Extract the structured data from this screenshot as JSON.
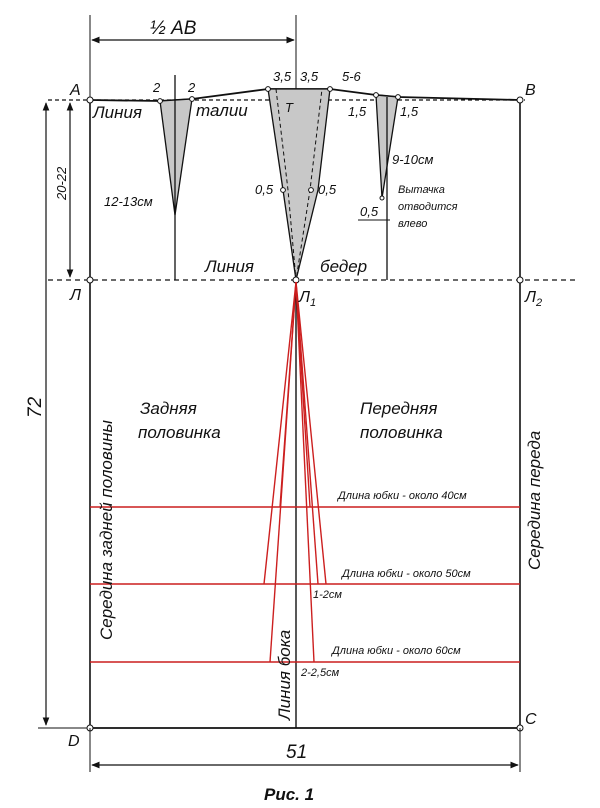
{
  "points": {
    "A": "A",
    "B": "B",
    "C": "C",
    "D": "D",
    "L": "Л",
    "L1": "Л",
    "L1_sub": "1",
    "L2": "Л",
    "L2_sub": "2",
    "T": "Т"
  },
  "dimensions": {
    "half_ab": "½ АВ",
    "depth": "20-22",
    "length": "72",
    "width": "51"
  },
  "labels": {
    "waist_line_1": "Линия",
    "waist_line_2": "талии",
    "hip_line_1": "Линия",
    "hip_line_2": "бедер",
    "back_half_1": "Задняя",
    "back_half_2": "половинка",
    "front_half_1": "Передняя",
    "front_half_2": "половинка",
    "back_center": "Середина задней половины",
    "front_center": "Середина переда",
    "side_line": "Линия бока",
    "caption": "Рис. 1"
  },
  "darts": {
    "back_left": "2",
    "back_right": "2",
    "back_length": "12-13см",
    "side_left": "3,5",
    "side_right": "3,5",
    "side_mid_left": "0,5",
    "side_mid_right": "0,5",
    "front_shift": "5-6",
    "front_left": "1,5",
    "front_right": "1,5",
    "front_length": "9-10см",
    "front_offset": "0,5",
    "front_note_1": "Вытачка",
    "front_note_2": "отводится",
    "front_note_3": "влево"
  },
  "skirt_lengths": {
    "len40": "Длина юбки - около 40см",
    "len50": "Длина юбки - около 50см",
    "len60": "Длина юбки - около 60см",
    "flare50": "1-2см",
    "flare60": "2-2,5см"
  },
  "colors": {
    "line": "#111111",
    "red": "#cc1f1f",
    "fill": "#c8c8c8"
  }
}
